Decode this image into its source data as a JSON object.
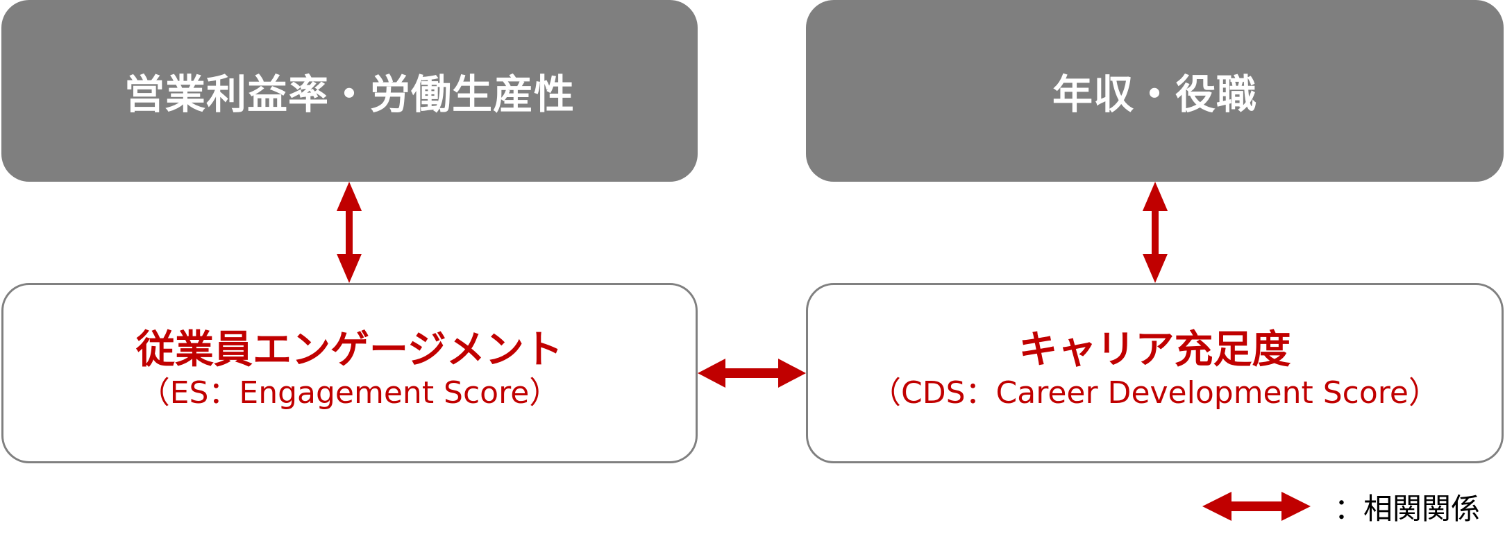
{
  "boxes": {
    "top_left": {
      "title": "営業利益率・労働生産性"
    },
    "top_right": {
      "title": "年収・役職"
    },
    "bottom_left": {
      "title": "従業員エンゲージメント",
      "subtitle": "（ES：Engagement Score）"
    },
    "bottom_right": {
      "title": "キャリア充足度",
      "subtitle": "（CDS：Career Development Score）"
    }
  },
  "connections": [
    {
      "from": "top_left",
      "to": "bottom_left",
      "type": "bidirectional"
    },
    {
      "from": "top_right",
      "to": "bottom_right",
      "type": "bidirectional"
    },
    {
      "from": "bottom_left",
      "to": "bottom_right",
      "type": "bidirectional"
    }
  ],
  "legend": {
    "icon": "double-arrow-icon",
    "label": "：相関関係"
  },
  "colors": {
    "dark_box": "#7f7f7f",
    "accent": "#c00000",
    "border": "#808080"
  }
}
